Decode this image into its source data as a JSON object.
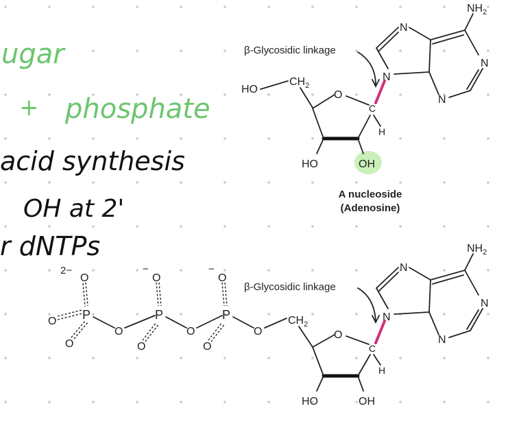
{
  "notes": {
    "line1": "ugar",
    "line2_plus": "+",
    "line2_word": "phosphate",
    "line3": "acid synthesis",
    "line4": "OH at 2'",
    "line5": "r dNTPs"
  },
  "nucleoside": {
    "linkage_label": "β-Glycosidic linkage",
    "caption_line1": "A nucleoside",
    "caption_line2": "(Adenosine)",
    "ho5": "HO",
    "ch2": "CH",
    "ch2_sub": "2",
    "ring_o": "O",
    "c1": "C",
    "h1": "H",
    "ho3": "HO",
    "oh2": "OH"
  },
  "adenine_top": {
    "nh2": "NH",
    "nh2_sub": "2",
    "n7": "N",
    "n9": "N",
    "n1": "N",
    "n3": "N"
  },
  "nucleotide": {
    "linkage_label": "β-Glycosidic linkage",
    "charge_2minus": "2−",
    "minus1": "−",
    "minus2": "−",
    "o_top1": "O",
    "o_top2": "O",
    "o_top3": "O",
    "o_left": "O",
    "p1": "P",
    "p2": "P",
    "p3": "P",
    "o_b1": "O",
    "o_b2": "O",
    "o_b3": "O",
    "o_bot1": "O",
    "o_bot2": "O",
    "o_bot3": "O",
    "ch2": "CH",
    "ch2_sub": "2",
    "ring_o": "O",
    "c1": "C",
    "h1": "H",
    "ho3": "HO",
    "oh2": "OH"
  },
  "adenine_bottom": {
    "nh2": "NH",
    "nh2_sub": "2",
    "n7": "N",
    "n9": "N",
    "n1": "N",
    "n3": "N"
  },
  "colors": {
    "highlight": "#c9f0b8",
    "glycosidic_bond": "#d0317a",
    "handwriting_green": "#6cc56f"
  }
}
